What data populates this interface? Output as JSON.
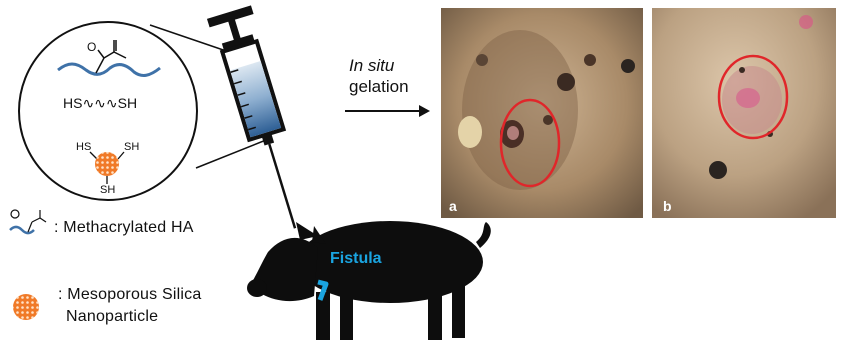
{
  "molecules": {
    "thiol_linker": "HS∿∿∿SH",
    "thiol_hs_left": "HS",
    "thiol_sh_right": "SH",
    "thiol_sh_bottom": "SH"
  },
  "arrow": {
    "line1": "In situ",
    "line2": "gelation"
  },
  "legend": {
    "item1": ": Methacrylated  HA",
    "item2_line1": ": Mesoporous  Silica",
    "item2_line2": "Nanoparticle"
  },
  "pig": {
    "fistula_label": "Fistula"
  },
  "photos": {
    "label_a": "a",
    "label_b": "b"
  },
  "colors": {
    "polymer": "#3f72a8",
    "nanoparticle": "#f07a28",
    "fistula": "#1aa4e0",
    "circle": "#e0262a"
  }
}
